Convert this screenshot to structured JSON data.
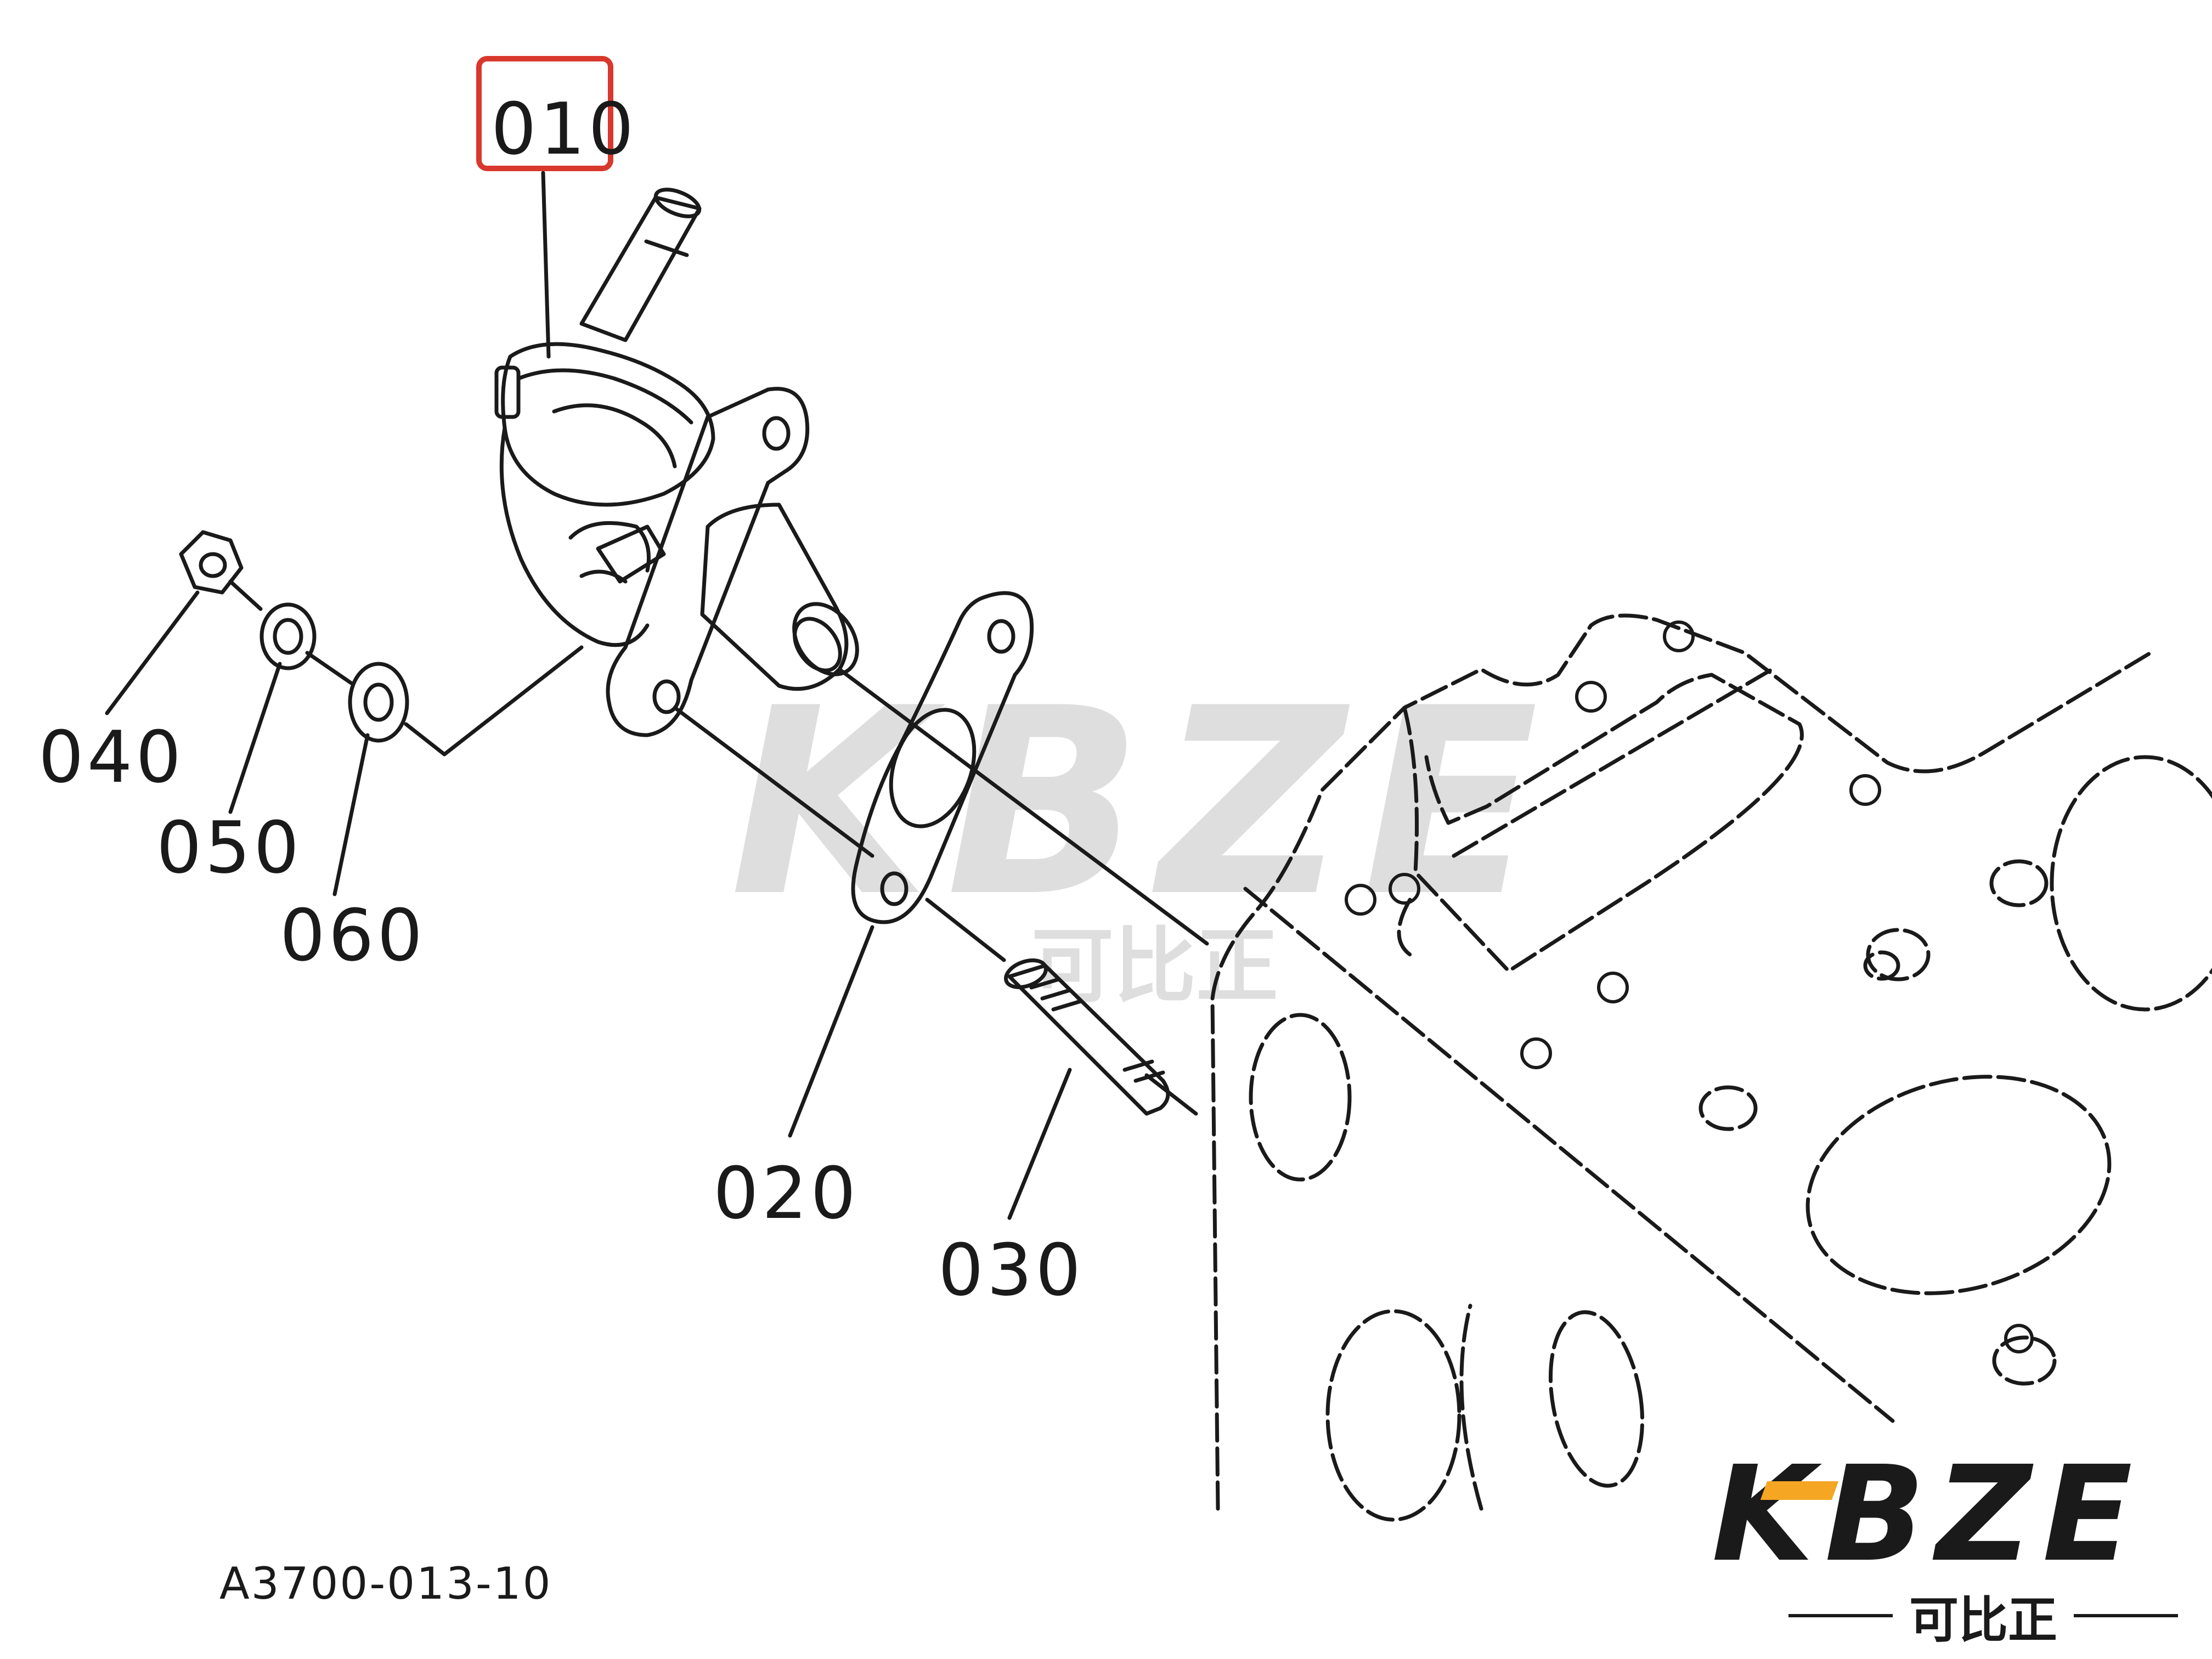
{
  "diagram": {
    "part_labels": {
      "p010": "010",
      "p020": "020",
      "p030": "030",
      "p040": "040",
      "p050": "050",
      "p060": "060"
    },
    "drawing_code": "A3700-013-10",
    "highlighted_part": "010",
    "highlight_color": "#d9382d",
    "line_color": "#1a1a1a"
  },
  "watermark": {
    "text": "KBZE",
    "subtitle": "可比正",
    "color": "#d9d9d9"
  },
  "logo": {
    "text": "KBZE",
    "subtitle": "可比正",
    "accent_color": "#f5a623"
  }
}
